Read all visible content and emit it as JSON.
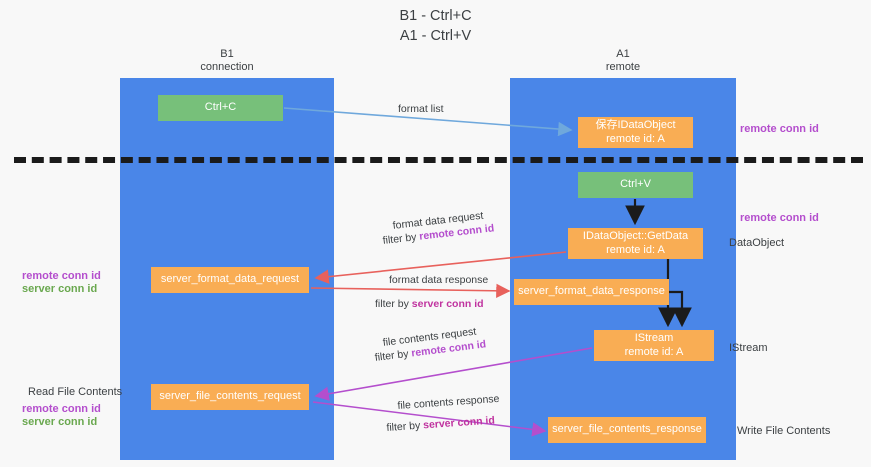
{
  "title": "B1 - Ctrl+C\nA1 - Ctrl+V",
  "columns": [
    {
      "name": "b1",
      "label": "B1\nconnection"
    },
    {
      "name": "a1",
      "label": "A1\nremote"
    }
  ],
  "nodes": {
    "ctrl_c": "Ctrl+C",
    "save_idataobject": "保存IDataObject\nremote id: A",
    "ctrl_v": "Ctrl+V",
    "idataobject_getdata": "IDataObject::GetData\nremote id: A",
    "server_format_data_request": "server_format_data_request",
    "server_format_data_response": "server_format_data_response",
    "istream": "IStream\nremote id: A",
    "server_file_contents_request": "server_file_contents_request",
    "server_file_contents_response": "server_file_contents_response"
  },
  "edge_labels": {
    "format_list": "format list",
    "format_data_request": "format data request",
    "format_data_request_filter_prefix": "filter by ",
    "format_data_request_filter_key": "remote conn id",
    "format_data_response": "format data response",
    "format_data_response_filter_prefix": "filter by ",
    "format_data_response_filter_key": "server conn id",
    "file_contents_request": "file contents request",
    "file_contents_request_filter_prefix": "filter by ",
    "file_contents_request_filter_key": "remote conn id",
    "file_contents_response": "file contents response",
    "file_contents_response_filter_prefix": "filter by ",
    "file_contents_response_filter_key": "server conn id"
  },
  "side_labels": {
    "right_remote_conn_id_top": "remote conn id",
    "right_remote_conn_id_mid": "remote conn id",
    "right_dataobject": "DataObject",
    "right_istream": "IStream",
    "right_write_file_contents": "Write File Contents",
    "left_remote_conn_id_top": "remote conn id",
    "left_server_conn_id_top": "server conn id",
    "left_read_file_contents": "Read File Contents",
    "left_remote_conn_id_bottom": "remote conn id",
    "left_server_conn_id_bottom": "server conn id"
  },
  "colors": {
    "lane": "#4a86e8",
    "green_node": "#77c07a",
    "orange_node": "#f9ad54",
    "remote_conn_id": "#b44ecd",
    "server_conn_id": "#6aa84f",
    "arrow_blue": "#6fa8dc",
    "arrow_red": "#e8615c",
    "arrow_purple": "#b44ecd",
    "arrow_black": "#1b1b1b",
    "background": "#f8f8f8"
  }
}
